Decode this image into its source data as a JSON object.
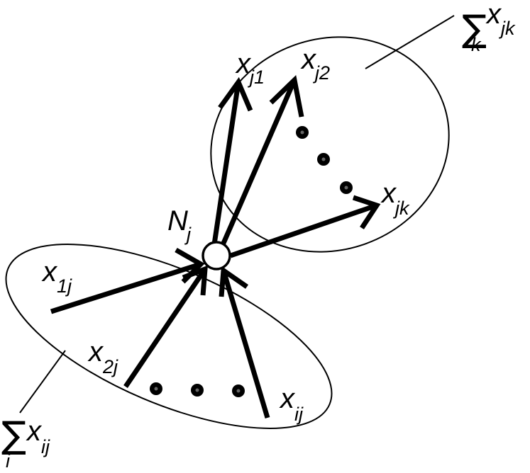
{
  "node": {
    "label": "N",
    "subscript": "j"
  },
  "inputs": [
    {
      "label": "x",
      "subscript": "1j"
    },
    {
      "label": "x",
      "subscript": "2j"
    },
    {
      "label": "x",
      "subscript": "ij"
    }
  ],
  "outputs": [
    {
      "label": "x",
      "subscript": "j1"
    },
    {
      "label": "x",
      "subscript": "j2"
    },
    {
      "label": "x",
      "subscript": "jk"
    }
  ],
  "input_sum": {
    "symbol": "∑",
    "index": "i",
    "label": "x",
    "subscript": "ij"
  },
  "output_sum": {
    "symbol": "∑",
    "index": "k",
    "label": "x",
    "subscript": "jk"
  }
}
